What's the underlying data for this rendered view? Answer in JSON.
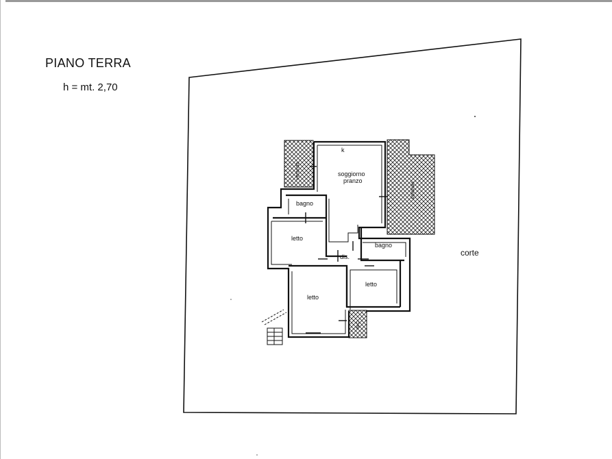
{
  "header": {
    "title": "PIANO TERRA",
    "height_note": "h = mt. 2,70"
  },
  "rooms": {
    "kitchen": "k",
    "living_dining": [
      "soggiorno",
      "pranzo"
    ],
    "bath_1": "bagno",
    "bedroom_1": "letto",
    "hall": "dis.",
    "bath_2": "bagno",
    "bedroom_2": "letto",
    "bedroom_3": "letto"
  },
  "exterior": {
    "courtyard": "corte",
    "porch_left": "veranda",
    "porch_right": "veranda",
    "small_porch": "w.c."
  },
  "colors": {
    "line": "#111111",
    "hatch": "#222222",
    "background": "#ffffff"
  }
}
